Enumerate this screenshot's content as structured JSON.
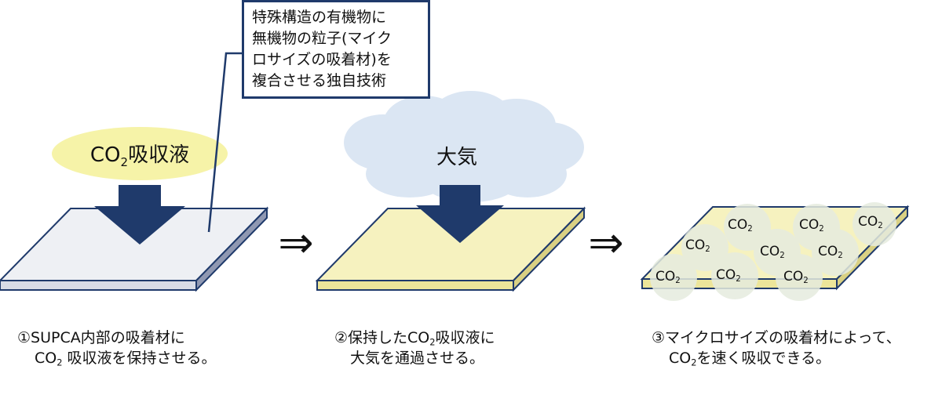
{
  "colors": {
    "navy": "#1f3a6b",
    "plate_white": "#eef0f4",
    "plate_yellow": "#f6f2bf",
    "liquid_ellipse": "#f6f3a8",
    "cloud": "#dbe6f3",
    "bubble": "#e6ecdf"
  },
  "callout": {
    "line1": "特殊構造の有機物に",
    "line2": "無機物の粒子(マイク",
    "line3": "ロサイズの吸着材)を",
    "line4": "複合させる独自技術"
  },
  "step1": {
    "label_main": "CO",
    "label_sub": "2",
    "label_rest": "吸収液",
    "caption_line1": "①SUPCA内部の吸着材に",
    "caption_line2_main": "CO",
    "caption_line2_sub": "2",
    "caption_line2_rest": " 吸収液を保持させる。"
  },
  "step2": {
    "label": "大気",
    "caption_line1_prefix": "②保持したCO",
    "caption_line1_sub": "2",
    "caption_line1_rest": "吸収液に",
    "caption_line2": "大気を通過させる。"
  },
  "step3": {
    "caption_line1": "③マイクロサイズの吸着材によって、",
    "caption_line2_main": "CO",
    "caption_line2_sub": "2",
    "caption_line2_rest": "を速く吸収できる。",
    "molecule_main": "CO",
    "molecule_sub": "2"
  },
  "arrow_symbol": "⇒"
}
